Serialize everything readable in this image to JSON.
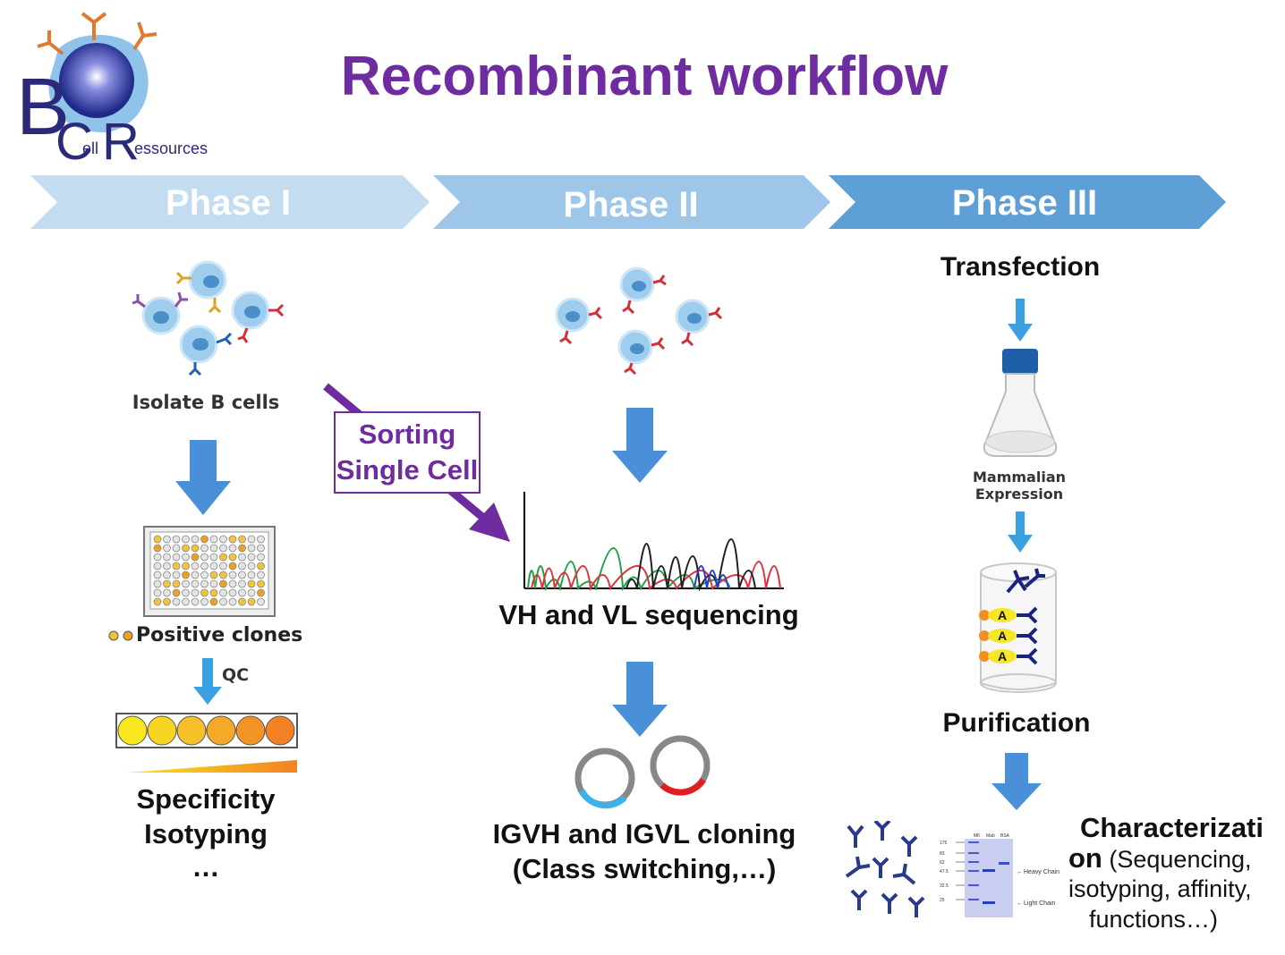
{
  "logo": {
    "letters": "BCR",
    "text": "ellRessources"
  },
  "title": "Recombinant workflow",
  "phases": [
    {
      "label": "Phase I",
      "color": "#c4dcf0"
    },
    {
      "label": "Phase II",
      "color": "#9ec6e8"
    },
    {
      "label": "Phase III",
      "color": "#5e9fd6"
    }
  ],
  "phase1": {
    "isolate": "Isolate B cells",
    "positive": "Positive clones",
    "qc": "QC",
    "specificity": "Specificity",
    "isotyping": "Isotyping",
    "ellipsis": "…"
  },
  "sorting": {
    "line1": "Sorting",
    "line2": "Single Cell"
  },
  "phase2": {
    "sequencing": "VH and VL sequencing",
    "cloning1": "IGVH and IGVL cloning",
    "cloning2": "(Class switching,…)"
  },
  "phase3": {
    "transfection": "Transfection",
    "mammalian1": "Mammalian",
    "mammalian2": "Expression",
    "column_label": "A",
    "purification": "Purification",
    "char_bold1": "Characterizati",
    "char_bold2": "on",
    "char_rest1": " (Sequencing,",
    "char_rest2": "isotyping, affinity,",
    "char_rest3": "functions…)",
    "gel_lanes": [
      "MK",
      "Mab",
      "BSA"
    ],
    "gel_markers": [
      "175",
      "83",
      "62",
      "47.5",
      "32.5",
      "25"
    ],
    "heavy_chain": "Heavy Chain",
    "light_chain": "Light Chain"
  },
  "colors": {
    "purple": "#6f2ba0",
    "arrow_blue": "#4a90d9",
    "cyan_arrow": "#3aa0e0",
    "cell_blue": "#8ec3ea"
  }
}
